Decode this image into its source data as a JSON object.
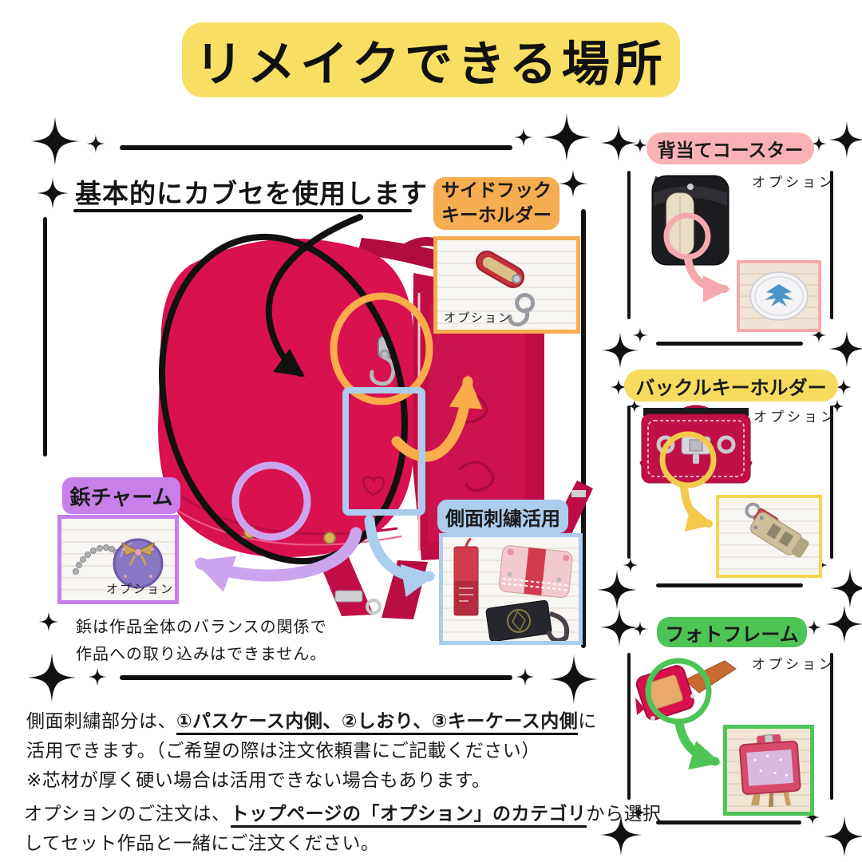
{
  "title": "リメイクできる場所",
  "main": {
    "heading": "基本的にカブセを使用します",
    "side_hook": {
      "label_line1": "サイドフック",
      "label_line2": "キーホルダー",
      "option": "オプション"
    },
    "stud_charm": {
      "label": "鋲チャーム",
      "option": "オプション",
      "note_line1": "鋲は作品全体のバランスの関係で",
      "note_line2": "作品への取り込みはできません。"
    },
    "side_embroidery": {
      "label": "側面刺繍活用"
    }
  },
  "right_sections": [
    {
      "label": "背当てコースター",
      "option": "オプション",
      "accent": "#F8B1B6"
    },
    {
      "label": "バックルキーホルダー",
      "option": "オプション",
      "accent": "#F7DB5E"
    },
    {
      "label": "フォトフレーム",
      "option": "オプション",
      "accent": "#4EC457"
    }
  ],
  "footer": {
    "para1_pre": "側面刺繍部分は、",
    "para1_underlined": "①パスケース内側、②しおり、③キーケース内側",
    "para1_post": "に",
    "para1_line2": "活用できます。（ご希望の際は注文依頼書にご記載ください）",
    "para1_line3": "※芯材が厚く硬い場合は活用できない場合もあります。",
    "para2_pre": "オプションのご注文は、",
    "para2_underlined": "トップページの「オプション」のカテゴリ",
    "para2_post": "から選択",
    "para2_line2": "してセット作品と一緒にご注文ください。"
  },
  "colors": {
    "title_yellow": "#F8DE63",
    "orange": "#F6AC50",
    "purple_label": "#C87FE9",
    "purple_annotation": "#CBA4EE",
    "blue": "#ABCDEE",
    "pink": "#F8B1B6",
    "yellow_annotation": "#F2C94C",
    "green": "#4EC457",
    "bag_red": "#D8114E",
    "annotation_black": "#111111"
  }
}
